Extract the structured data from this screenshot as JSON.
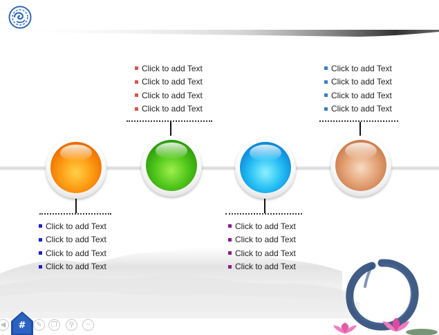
{
  "slide": {
    "top_groups": [
      {
        "bullet_color": "#d9534f",
        "items": [
          "Click to add Text",
          "Click to add Text",
          "Click to add Text",
          "Click to add Text"
        ]
      },
      {
        "bullet_color": "#3a7fc1",
        "items": [
          "Click to add Text",
          "Click to add Text",
          "Click to add Text",
          "Click to add Text"
        ]
      }
    ],
    "bottom_groups": [
      {
        "bullet_color": "#1f1fc8",
        "items": [
          "Click to add Text",
          "Click to add Text",
          "Click to add Text",
          "Click to add Text"
        ]
      },
      {
        "bullet_color": "#8a1a8a",
        "items": [
          "Click to add Text",
          "Click to add Text",
          "Click to add Text",
          "Click to add Text"
        ]
      }
    ],
    "nodes": [
      {
        "color_name": "orange"
      },
      {
        "color_name": "green"
      },
      {
        "color_name": "blue"
      },
      {
        "color_name": "tan"
      }
    ]
  },
  "toolbar": {
    "home_label": "#",
    "icons": [
      "back-arrow-icon",
      "pen-icon",
      "copy-icon",
      "zoom-icon",
      "minus-icon"
    ]
  }
}
